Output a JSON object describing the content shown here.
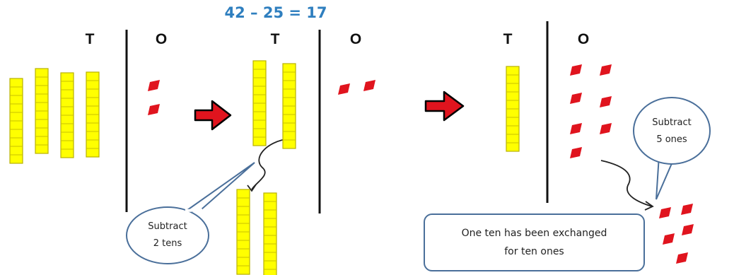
{
  "equation": "42 – 25 = 17",
  "headers": {
    "tens": "T",
    "ones": "O"
  },
  "bubble_tens": {
    "line1": "Subtract",
    "line2": "2 tens"
  },
  "bubble_ones": {
    "line1": "Subtract",
    "line2": "5 ones"
  },
  "note": {
    "line1": "One ten has been exchanged",
    "line2": "for ten ones"
  },
  "stages": [
    {
      "tens": 4,
      "ones": 2
    },
    {
      "tens": 2,
      "ones": 2,
      "tens_removed": 2
    },
    {
      "tens": 1,
      "ones": 7,
      "ones_removed": 5
    }
  ],
  "colors": {
    "tens_rod": "#ffff00",
    "ones_cube": "#e0141e",
    "arrow_fill": "#e0141e",
    "arrow_outline": "#000000",
    "accent": "#2f7fbf"
  }
}
